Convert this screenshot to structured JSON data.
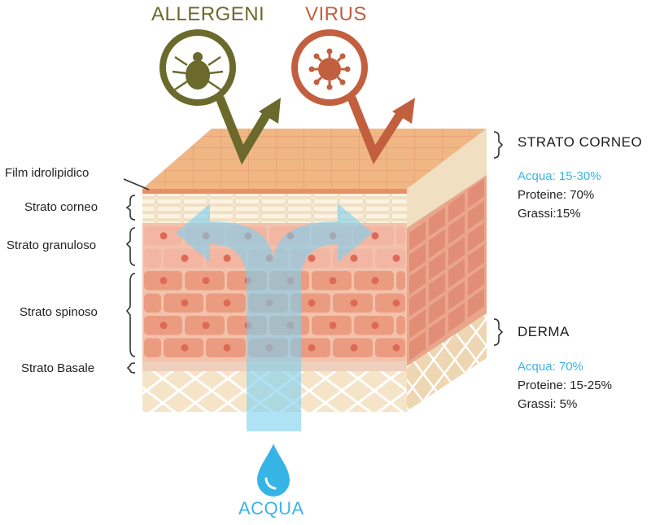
{
  "threats": {
    "allergens": {
      "label": "ALLERGENI",
      "color": "#6b6a2c",
      "icon": "mite-icon"
    },
    "virus": {
      "label": "VIRUS",
      "color": "#c25f3e",
      "icon": "virus-icon"
    }
  },
  "water": {
    "label": "ACQUA",
    "color": "#3bb5e2",
    "icon": "water-drop-icon"
  },
  "layers_left": {
    "film": "Film idrolipidico",
    "corneo": "Strato corneo",
    "granuloso": "Strato granuloso",
    "spinoso": "Strato spinoso",
    "basale": "Strato Basale"
  },
  "right_panel": {
    "corneo": {
      "title": "STRATO CORNEO",
      "water": "Acqua: 15-30%",
      "proteins": "Proteine: 70%",
      "fats": "Grassi:15%"
    },
    "derma": {
      "title": "DERMA",
      "water": "Acqua: 70%",
      "proteins": "Proteine: 15-25%",
      "fats": "Grassi: 5%"
    }
  },
  "colors": {
    "skin_top": "#f0b785",
    "film": "#e98f66",
    "corneo": "#f5e6cc",
    "cells": "#eb9c80",
    "nucleus": "#dc6a57",
    "derma": "#f4e2c6"
  }
}
